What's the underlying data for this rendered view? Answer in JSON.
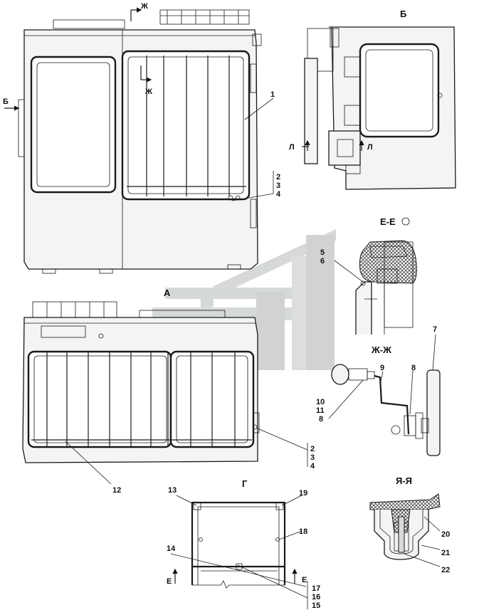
{
  "views": {
    "b": "Б",
    "a": "А",
    "g": "Г",
    "ee": "Е-Е",
    "zhzh": "Ж-Ж",
    "yaya": "Я-Я"
  },
  "section_marks": {
    "zh": "Ж",
    "b": "Б",
    "l": "Л",
    "e": "Е"
  },
  "callouts": {
    "c1": "1",
    "c2": "2",
    "c3": "3",
    "c4": "4",
    "c5": "5",
    "c6": "6",
    "c7": "7",
    "c8": "8",
    "c9": "9",
    "c10": "10",
    "c11": "11",
    "c12": "12",
    "c13": "13",
    "c14": "14",
    "c15": "15",
    "c16": "16",
    "c17": "17",
    "c18": "18",
    "c19": "19",
    "c20": "20",
    "c21": "21",
    "c22": "22"
  },
  "colors": {
    "line": "#1a1a1a",
    "watermark": "#c8ccc8"
  }
}
